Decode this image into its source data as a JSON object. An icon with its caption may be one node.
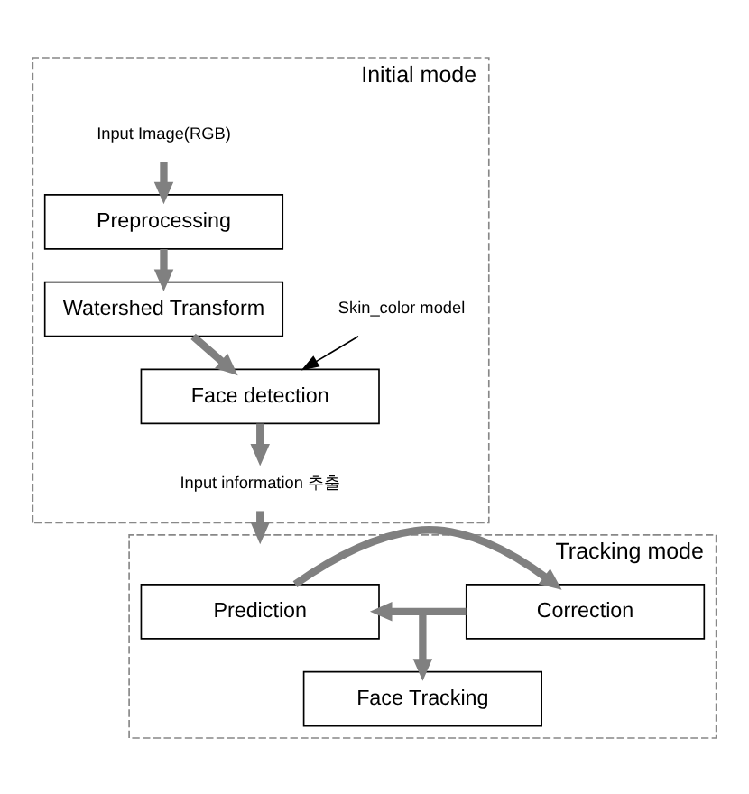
{
  "diagram": {
    "nodes": [
      {
        "text": [
          "Initial mode"
        ]
      },
      {
        "text": [
          "Input Image(RGB)"
        ],
        "in": 0
      },
      {
        "text": [
          "Preprocessing"
        ],
        "in": 0
      },
      {
        "text": [
          "Watershed Transform"
        ],
        "in": 0
      },
      {
        "text": [
          "Skin_color model"
        ],
        "in": 0
      },
      {
        "text": [
          "Face detection"
        ],
        "in": 0
      },
      {
        "text": [
          "Input information 추출"
        ],
        "in": 0
      },
      {
        "text": [
          "Tracking mode"
        ]
      },
      {
        "text": [
          "Prediction"
        ],
        "in": 7
      },
      {
        "text": [
          "Correction"
        ],
        "in": 7
      },
      {
        "text": [
          "Face Tracking"
        ],
        "in": 7
      }
    ],
    "edges": [
      {
        "from": 1,
        "to": 2,
        "arrow": "to"
      },
      {
        "from": 2,
        "to": 3,
        "arrow": "to"
      },
      {
        "from": 3,
        "to": 5,
        "arrow": "to"
      },
      {
        "from": 4,
        "to": 5,
        "arrow": "to",
        "color": "#000000"
      },
      {
        "from": 5,
        "to": 6,
        "arrow": "to"
      },
      {
        "from": 6,
        "to": 7,
        "arrow": "to"
      },
      {
        "from": 8,
        "to": 9,
        "arrow": "to"
      },
      {
        "from": 9,
        "to": 8,
        "arrow": "to"
      },
      {
        "from": null,
        "to": 10,
        "arrow": "to"
      }
    ]
  }
}
